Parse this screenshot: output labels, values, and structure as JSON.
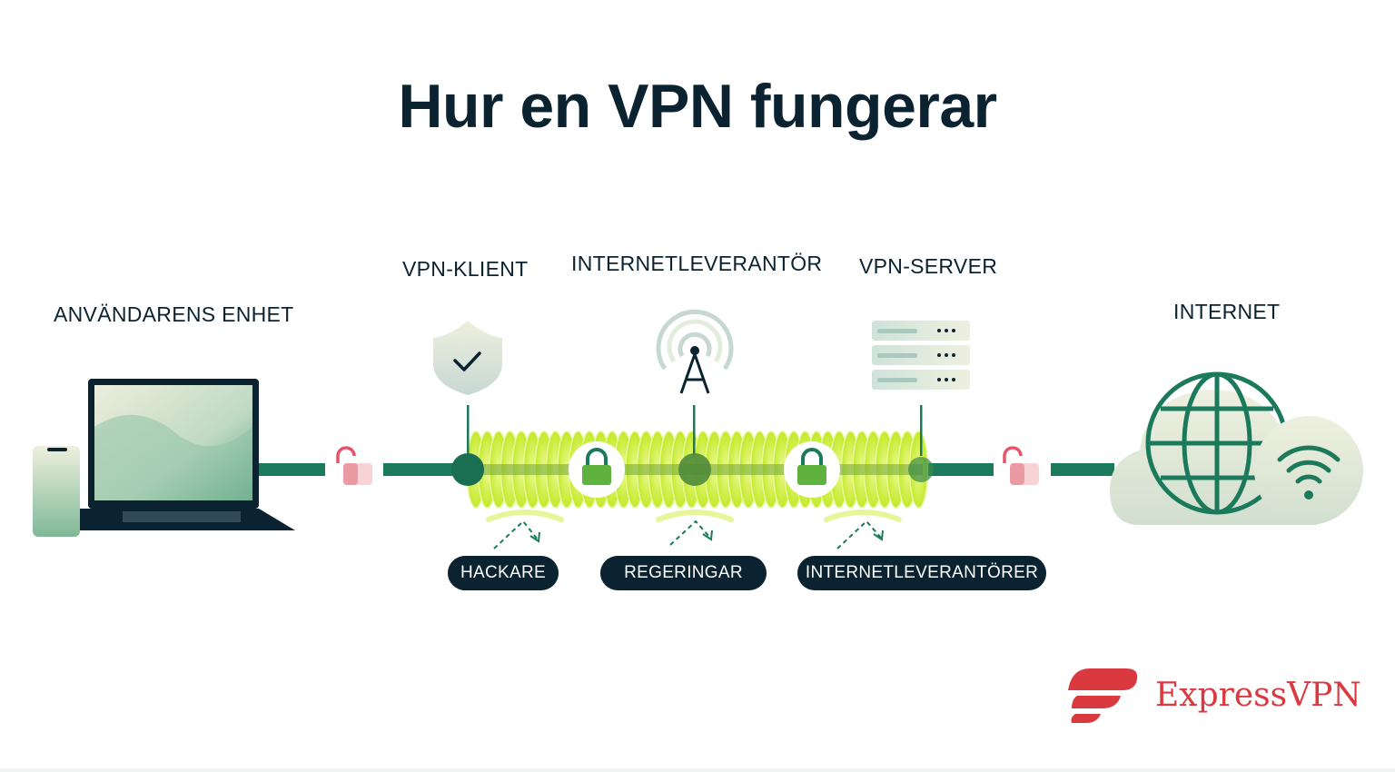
{
  "title": "Hur en VPN fungerar",
  "nodes": {
    "device": "ANVÄNDARENS ENHET",
    "vpn_client": "VPN-KLIENT",
    "isp": "INTERNETLEVERANTÖR",
    "vpn_server": "VPN-SERVER",
    "internet": "INTERNET"
  },
  "threats": [
    "HACKARE",
    "REGERINGAR",
    "INTERNETLEVERANTÖRER"
  ],
  "brand": {
    "name": "ExpressVPN"
  },
  "colors": {
    "title": "#0b2230",
    "line": "#1a7a5b",
    "tunnel": "#c8ec2a",
    "tunnel_light": "#e4f77a",
    "pill": "#0b2230",
    "unlocked": "#e5546a",
    "brand": "#da3940"
  },
  "icons": [
    "laptop-icon",
    "phone-icon",
    "shield-check-icon",
    "antenna-icon",
    "server-rack-icon",
    "globe-icon",
    "wifi-icon",
    "lock-icon",
    "unlock-icon",
    "expressvpn-logo"
  ]
}
